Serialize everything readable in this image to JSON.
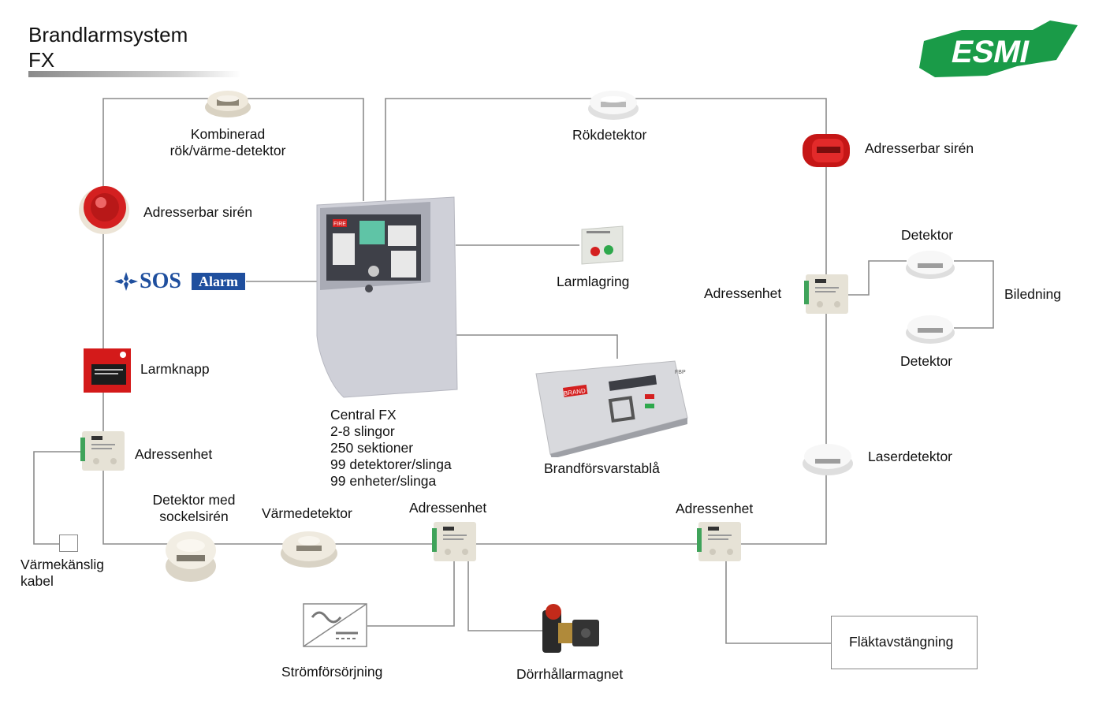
{
  "header": {
    "title_line1": "Brandlarmsystem",
    "title_line2": "FX"
  },
  "logo": {
    "text": "ESMI",
    "color": "#1a9b48"
  },
  "sos_alarm": {
    "sos": "SOS",
    "alarm": "Alarm",
    "color": "#1f4f9e"
  },
  "labels": {
    "kombinerad": [
      "Kombinerad",
      "rök/värme-detektor"
    ],
    "rokdetektor": "Rökdetektor",
    "siren_left": "Adresserbar sirén",
    "siren_right": "Adresserbar sirén",
    "larmlagring": "Larmlagring",
    "detektor_top": "Detektor",
    "detektor_bottom": "Detektor",
    "biledning": "Biledning",
    "adressenhet_right": "Adressenhet",
    "larmknapp": "Larmknapp",
    "adressenhet_left": "Adressenhet",
    "central": [
      "Central FX",
      "2-8 slingor",
      "250 sektioner",
      "99 detektorer/slinga",
      "99 enheter/slinga"
    ],
    "brandforsvarstabla": "Brandförsvarstablå",
    "laserdetektor": "Laserdetektor",
    "detektor_sockel": [
      "Detektor med",
      "sockelsirén"
    ],
    "varmedetektor": "Värmedetektor",
    "adressenhet_mid": "Adressenhet",
    "adressenhet_midright": "Adressenhet",
    "varmekanslig": [
      "Värmekänslig",
      "kabel"
    ],
    "stromforsorjning": "Strömförsörjning",
    "dorrhallarmagnet": "Dörrhållarmagnet",
    "flaktavstangning": "Fläktavstängning"
  },
  "device_text": {
    "panel_fire": "FIRE",
    "tabla_brand": "BRAND",
    "tabla_fbp": "FBP"
  },
  "colors": {
    "wire": "#8c8c8c",
    "siren_red": "#d42020",
    "button_red": "#d41a1a",
    "panel_grey": "#cfd0d8"
  }
}
